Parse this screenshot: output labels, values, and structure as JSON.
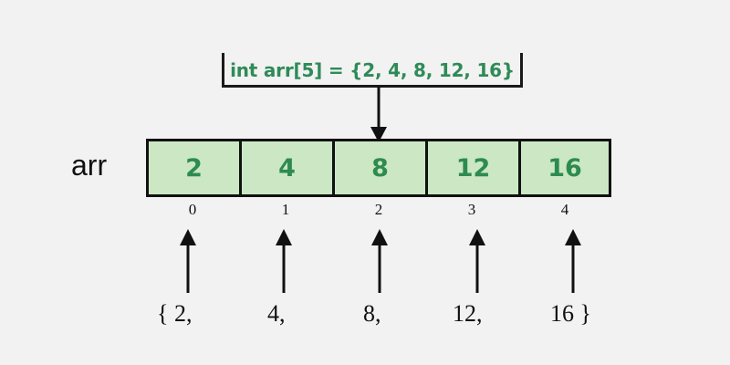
{
  "background_color": "#f2f2f2",
  "colors": {
    "cell_fill": "#cbe7c4",
    "cell_value_text": "#2e8b4f",
    "declaration_text": "#2e8b57",
    "stroke": "#111111",
    "label_text": "#111111"
  },
  "declaration": {
    "text": "int arr[5] = {2, 4, 8, 12, 16}"
  },
  "array": {
    "name_label": "arr",
    "cells": [
      {
        "value": "2",
        "index": "0",
        "init_label": "{ 2,"
      },
      {
        "value": "4",
        "index": "1",
        "init_label": "4,"
      },
      {
        "value": "8",
        "index": "2",
        "init_label": "8,"
      },
      {
        "value": "12",
        "index": "3",
        "init_label": "12,"
      },
      {
        "value": "16",
        "index": "4",
        "init_label": "16 }"
      }
    ]
  },
  "arrows": {
    "declaration_to_cell": "down-arrow",
    "init_to_cell": "up-arrow"
  }
}
